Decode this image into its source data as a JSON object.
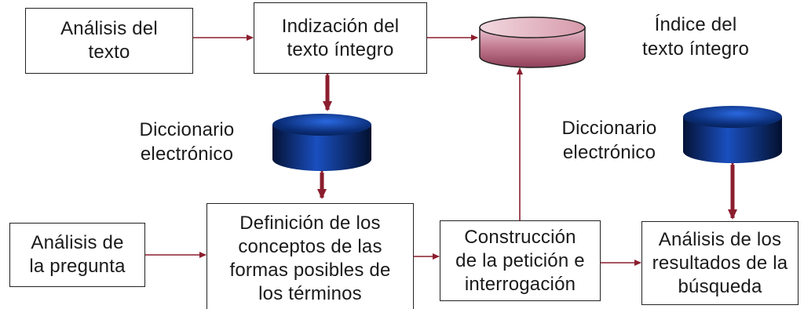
{
  "nodes": {
    "analisis_texto": [
      "Análisis del",
      "texto"
    ],
    "indizacion": [
      "Indización del",
      "texto íntegro"
    ],
    "indice_label": [
      "Índice del",
      "texto íntegro"
    ],
    "diccionario_1": [
      "Diccionario",
      "electrónico"
    ],
    "diccionario_2": [
      "Diccionario",
      "electrónico"
    ],
    "analisis_pregunta": [
      "Análisis de",
      "la pregunta"
    ],
    "definicion": [
      "Definición de los",
      "conceptos de las",
      "formas posibles de",
      "los términos"
    ],
    "construccion": [
      "Construcción",
      "de la petición e",
      "interrogación"
    ],
    "analisis_resultados": [
      "Análisis de los",
      "resultados de la",
      "búsqueda"
    ]
  },
  "colors": {
    "arrow": "#8b1e2e",
    "box_border": "#222222",
    "index_db": "#c27a90",
    "dictionary_db": "#0b2f7a"
  },
  "icons": {
    "index_db": "database-cylinder-icon",
    "dictionary_db": "database-cylinder-icon"
  }
}
